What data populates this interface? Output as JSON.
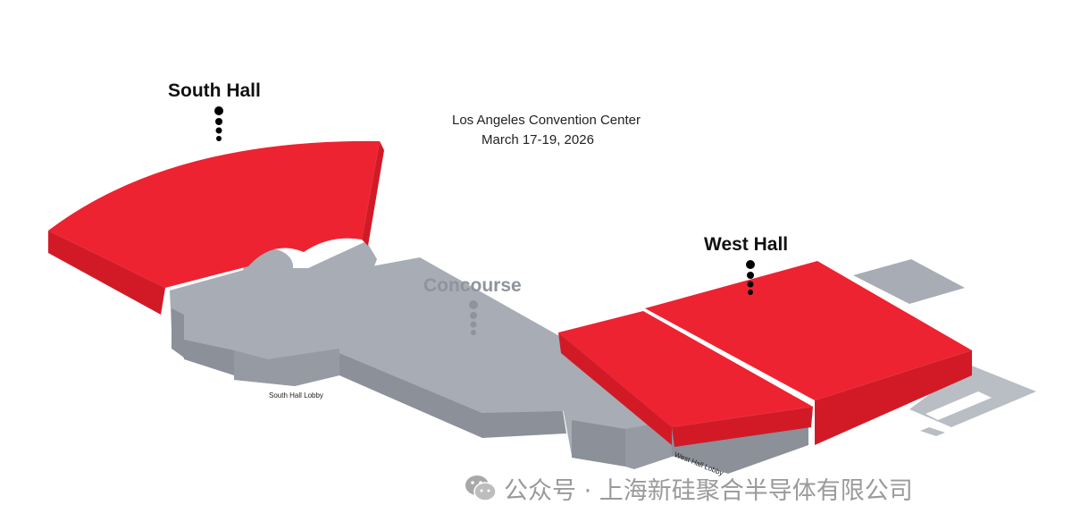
{
  "venue": {
    "name": "Los Angeles Convention Center",
    "dates": "March 17-19, 2026"
  },
  "areas": {
    "south_hall": "South Hall",
    "west_hall": "West Hall",
    "concourse": "Concourse",
    "south_hall_lobby": "South Hall Lobby",
    "west_hall_lobby": "West Hall Lobby"
  },
  "watermark": {
    "text": "公众号 · 上海新硅聚合半导体有限公司",
    "icon": "wechat-icon"
  },
  "colors": {
    "hall": "#ed2331",
    "hall_side": "#d21a27",
    "building_top": "#a7acb5",
    "building_side": "#8b9099",
    "marker_black": "#000000",
    "marker_gray": "#8f949c"
  }
}
